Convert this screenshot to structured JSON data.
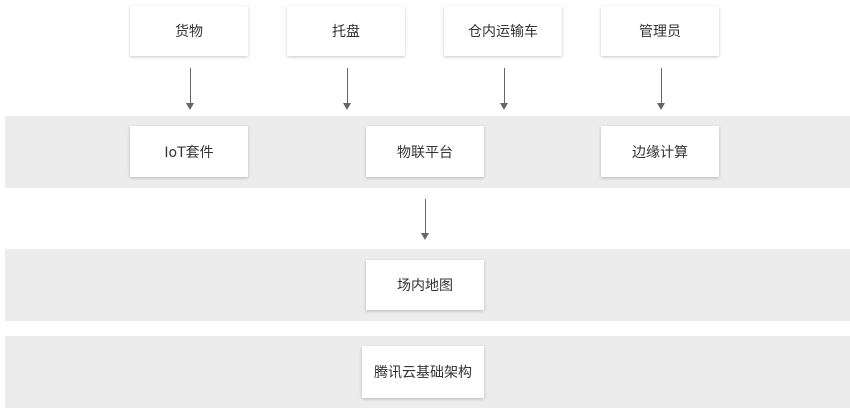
{
  "top_nodes": [
    "货物",
    "托盘",
    "仓内运输车",
    "管理员"
  ],
  "middle_nodes": [
    "IoT套件",
    "物联平台",
    "边缘计算"
  ],
  "map_node": "场内地图",
  "base_node": "腾讯云基础架构",
  "colors": {
    "band": "#ececec",
    "box": "#ffffff",
    "arrow": "#666666",
    "text": "#333333"
  }
}
